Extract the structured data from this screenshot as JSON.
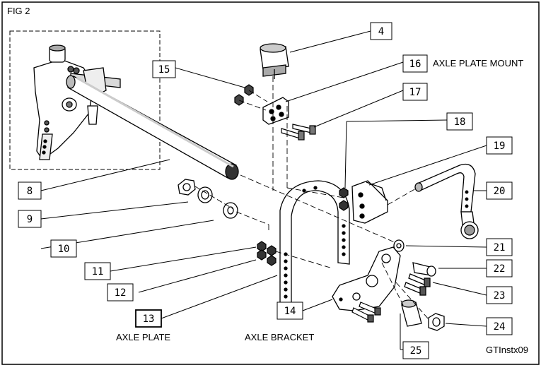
{
  "figure": {
    "label": "FIG 2",
    "code": "GTInstx09"
  },
  "captions": {
    "axle_plate_mount": "AXLE PLATE MOUNT",
    "axle_plate": "AXLE PLATE",
    "axle_bracket": "AXLE BRACKET"
  },
  "callouts": [
    "4",
    "8",
    "9",
    "10",
    "11",
    "12",
    "13",
    "14",
    "15",
    "16",
    "17",
    "18",
    "19",
    "20",
    "21",
    "22",
    "23",
    "24",
    "25"
  ],
  "colors": {
    "line": "#000000",
    "background": "#ffffff"
  }
}
